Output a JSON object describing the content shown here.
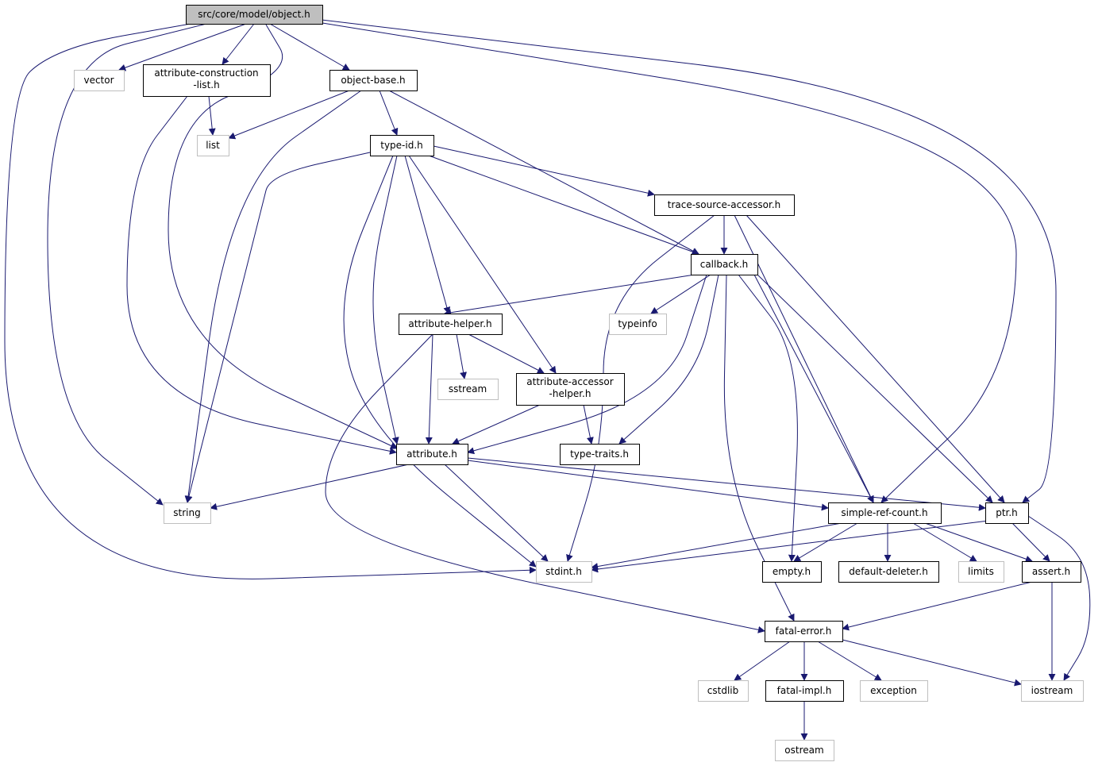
{
  "colors": {
    "edge": "#191970",
    "root_fill": "#bfbfbf",
    "root_border": "#000000",
    "doc_border": "#000000",
    "ext_border": "#bfbfbf",
    "node_fill": "#ffffff"
  },
  "nodes": [
    {
      "id": "object_h",
      "label": "src/core/model/object.h",
      "kind": "root"
    },
    {
      "id": "vector",
      "label": "vector",
      "kind": "external"
    },
    {
      "id": "attr_construction",
      "label": "attribute-construction",
      "label2": "-list.h",
      "kind": "documented"
    },
    {
      "id": "object_base",
      "label": "object-base.h",
      "kind": "documented"
    },
    {
      "id": "list",
      "label": "list",
      "kind": "external"
    },
    {
      "id": "type_id",
      "label": "type-id.h",
      "kind": "documented"
    },
    {
      "id": "trace_source",
      "label": "trace-source-accessor.h",
      "kind": "documented"
    },
    {
      "id": "callback",
      "label": "callback.h",
      "kind": "documented"
    },
    {
      "id": "typeinfo",
      "label": "typeinfo",
      "kind": "external"
    },
    {
      "id": "attribute_helper",
      "label": "attribute-helper.h",
      "kind": "documented"
    },
    {
      "id": "sstream",
      "label": "sstream",
      "kind": "external"
    },
    {
      "id": "attr_accessor",
      "label": "attribute-accessor",
      "label2": "-helper.h",
      "kind": "documented"
    },
    {
      "id": "type_traits",
      "label": "type-traits.h",
      "kind": "documented"
    },
    {
      "id": "attribute",
      "label": "attribute.h",
      "kind": "documented"
    },
    {
      "id": "string",
      "label": "string",
      "kind": "external"
    },
    {
      "id": "simple_ref",
      "label": "simple-ref-count.h",
      "kind": "documented"
    },
    {
      "id": "ptr",
      "label": "ptr.h",
      "kind": "documented"
    },
    {
      "id": "stdint",
      "label": "stdint.h",
      "kind": "external"
    },
    {
      "id": "empty",
      "label": "empty.h",
      "kind": "documented"
    },
    {
      "id": "default_deleter",
      "label": "default-deleter.h",
      "kind": "documented"
    },
    {
      "id": "limits",
      "label": "limits",
      "kind": "external"
    },
    {
      "id": "assert",
      "label": "assert.h",
      "kind": "documented"
    },
    {
      "id": "fatal_error",
      "label": "fatal-error.h",
      "kind": "documented"
    },
    {
      "id": "cstdlib",
      "label": "cstdlib",
      "kind": "external"
    },
    {
      "id": "fatal_impl",
      "label": "fatal-impl.h",
      "kind": "documented"
    },
    {
      "id": "exception",
      "label": "exception",
      "kind": "external"
    },
    {
      "id": "iostream",
      "label": "iostream",
      "kind": "external"
    },
    {
      "id": "ostream",
      "label": "ostream",
      "kind": "external"
    }
  ],
  "edges": [
    {
      "from": "object_h",
      "to": "vector"
    },
    {
      "from": "object_h",
      "to": "attr_construction"
    },
    {
      "from": "object_h",
      "to": "object_base"
    },
    {
      "from": "object_h",
      "to": "attribute"
    },
    {
      "from": "object_h",
      "to": "string"
    },
    {
      "from": "object_h",
      "to": "stdint"
    },
    {
      "from": "object_h",
      "to": "simple_ref"
    },
    {
      "from": "object_h",
      "to": "ptr"
    },
    {
      "from": "attr_construction",
      "to": "list"
    },
    {
      "from": "attr_construction",
      "to": "attribute"
    },
    {
      "from": "object_base",
      "to": "list"
    },
    {
      "from": "object_base",
      "to": "string"
    },
    {
      "from": "object_base",
      "to": "type_id"
    },
    {
      "from": "object_base",
      "to": "callback"
    },
    {
      "from": "type_id",
      "to": "trace_source"
    },
    {
      "from": "type_id",
      "to": "callback"
    },
    {
      "from": "type_id",
      "to": "attribute_helper"
    },
    {
      "from": "type_id",
      "to": "attr_accessor"
    },
    {
      "from": "type_id",
      "to": "attribute"
    },
    {
      "from": "type_id",
      "to": "string"
    },
    {
      "from": "type_id",
      "to": "stdint"
    },
    {
      "from": "trace_source",
      "to": "callback"
    },
    {
      "from": "trace_source",
      "to": "stdint"
    },
    {
      "from": "trace_source",
      "to": "simple_ref"
    },
    {
      "from": "trace_source",
      "to": "ptr"
    },
    {
      "from": "callback",
      "to": "typeinfo"
    },
    {
      "from": "callback",
      "to": "attribute_helper"
    },
    {
      "from": "callback",
      "to": "attribute"
    },
    {
      "from": "callback",
      "to": "type_traits"
    },
    {
      "from": "callback",
      "to": "simple_ref"
    },
    {
      "from": "callback",
      "to": "ptr"
    },
    {
      "from": "callback",
      "to": "empty"
    },
    {
      "from": "callback",
      "to": "fatal_error"
    },
    {
      "from": "attribute_helper",
      "to": "sstream"
    },
    {
      "from": "attribute_helper",
      "to": "attr_accessor"
    },
    {
      "from": "attribute_helper",
      "to": "attribute"
    },
    {
      "from": "attribute_helper",
      "to": "fatal_error"
    },
    {
      "from": "attr_accessor",
      "to": "attribute"
    },
    {
      "from": "attr_accessor",
      "to": "type_traits"
    },
    {
      "from": "attribute",
      "to": "string"
    },
    {
      "from": "attribute",
      "to": "stdint"
    },
    {
      "from": "attribute",
      "to": "simple_ref"
    },
    {
      "from": "attribute",
      "to": "ptr"
    },
    {
      "from": "simple_ref",
      "to": "stdint"
    },
    {
      "from": "simple_ref",
      "to": "empty"
    },
    {
      "from": "simple_ref",
      "to": "default_deleter"
    },
    {
      "from": "simple_ref",
      "to": "limits"
    },
    {
      "from": "simple_ref",
      "to": "assert"
    },
    {
      "from": "ptr",
      "to": "stdint"
    },
    {
      "from": "ptr",
      "to": "assert"
    },
    {
      "from": "ptr",
      "to": "iostream"
    },
    {
      "from": "assert",
      "to": "iostream"
    },
    {
      "from": "assert",
      "to": "fatal_error"
    },
    {
      "from": "fatal_error",
      "to": "cstdlib"
    },
    {
      "from": "fatal_error",
      "to": "fatal_impl"
    },
    {
      "from": "fatal_error",
      "to": "exception"
    },
    {
      "from": "fatal_error",
      "to": "iostream"
    },
    {
      "from": "fatal_impl",
      "to": "ostream"
    }
  ]
}
